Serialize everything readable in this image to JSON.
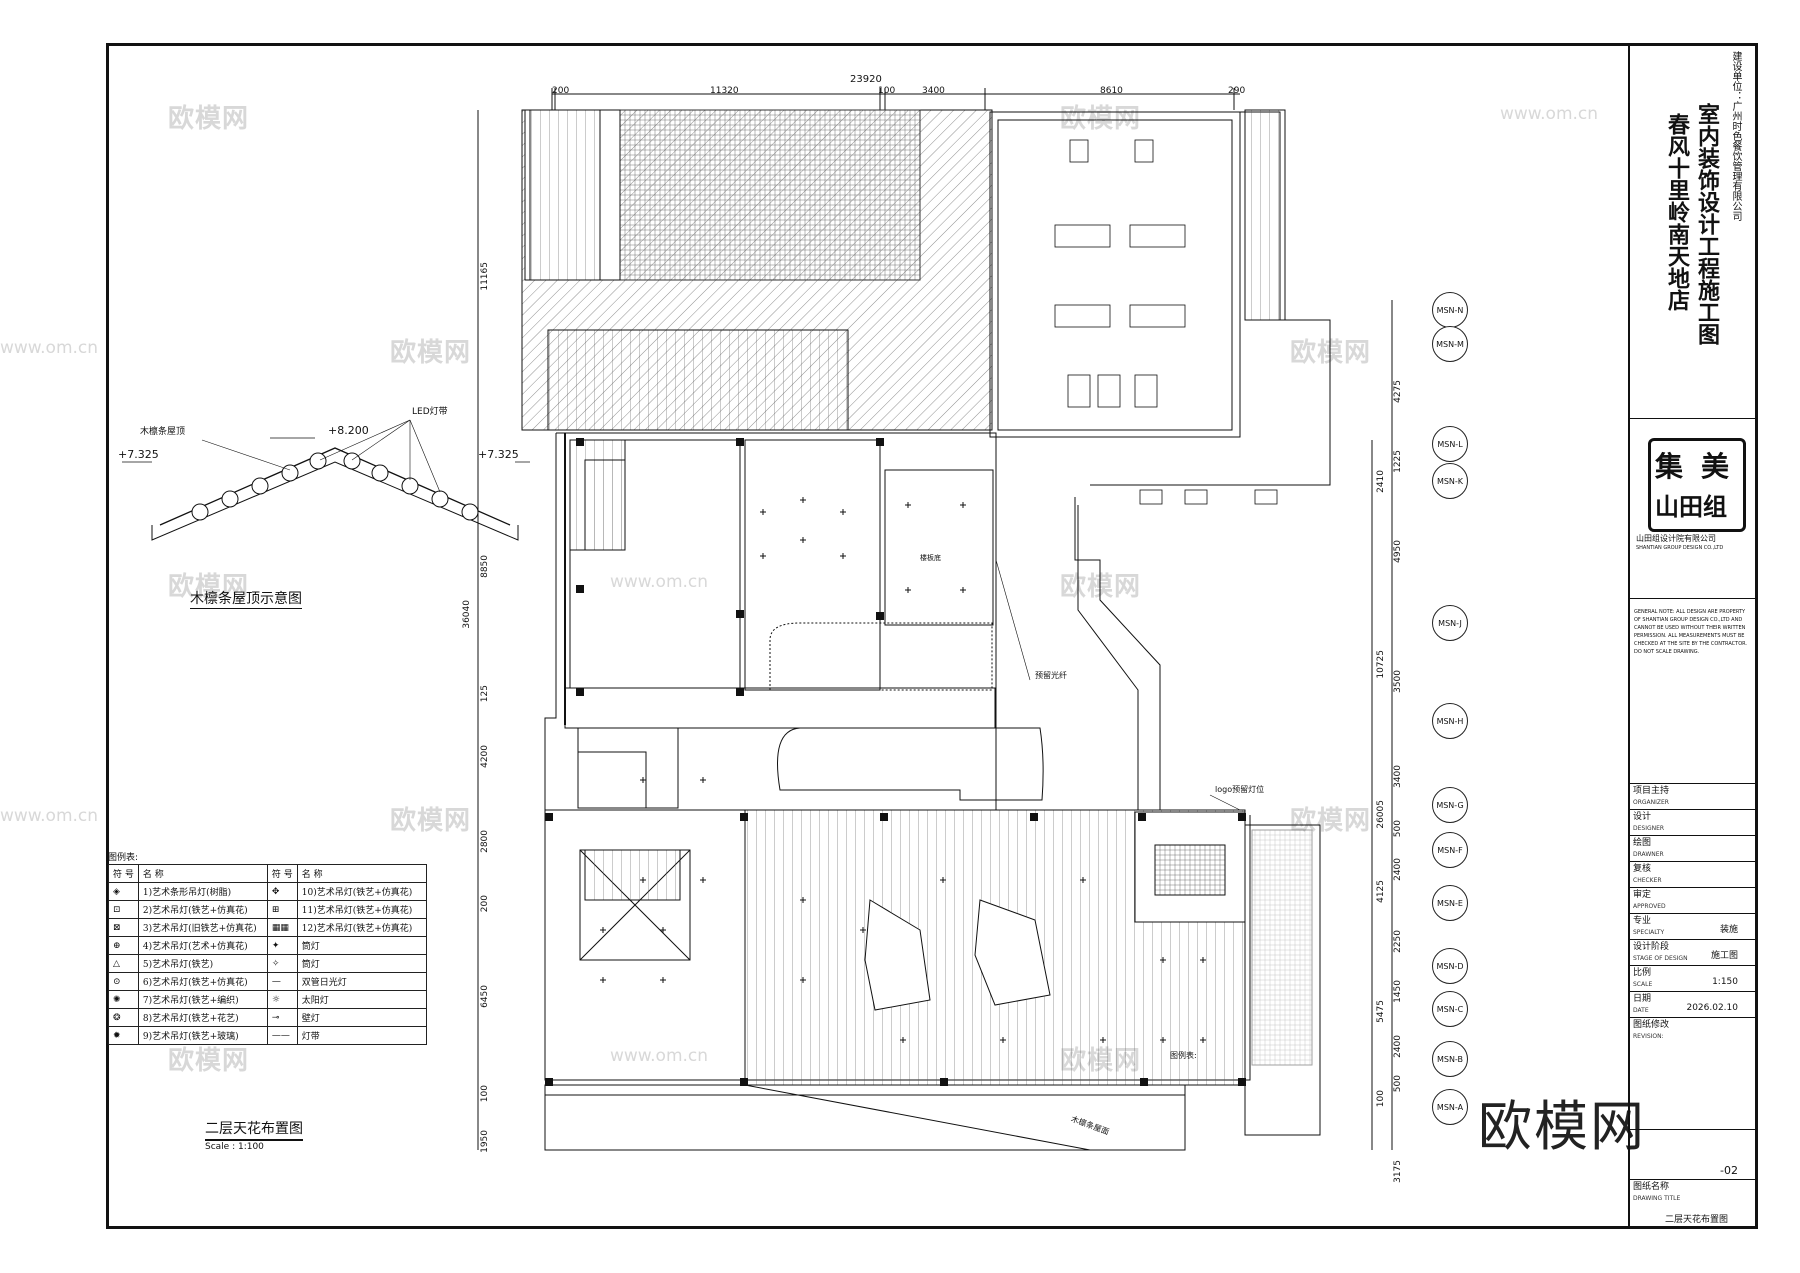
{
  "watermarks": [
    "欧模网",
    "www.om.cn"
  ],
  "big_watermark": "欧模网",
  "title_block": {
    "project_line1": "春风十里岭南天地店",
    "project_line2": "室内装饰设计工程施工图",
    "client": "建设单位：广州时色餐饮管理有限公司",
    "logo_chars": [
      "集",
      "美",
      "山田组"
    ],
    "company_cn": "山田组设计院有限公司",
    "company_en": "SHANTIAN GROUP DESIGN CO.,LTD",
    "general_notes_en": "GENERAL NOTE: ALL DESIGN ARE PROPERTY OF SHANTIAN GROUP DESIGN CO.,LTD AND CANNOT BE USED WITHOUT THEIR WRITTEN PERMISSION. ALL MEASUREMENTS MUST BE CHECKED AT THE SITE BY THE CONTRACTOR. DO NOT SCALE DRAWING.",
    "rows": [
      {
        "cn": "项目主持",
        "en": "ORGANIZER",
        "val": ""
      },
      {
        "cn": "设计",
        "en": "DESIGNER",
        "val": ""
      },
      {
        "cn": "绘图",
        "en": "DRAWNER",
        "val": ""
      },
      {
        "cn": "复核",
        "en": "CHECKER",
        "val": ""
      },
      {
        "cn": "审定",
        "en": "APPROVED",
        "val": ""
      },
      {
        "cn": "专业",
        "en": "SPECIALTY",
        "val": "装施"
      },
      {
        "cn": "设计阶段",
        "en": "STAGE OF DESIGN",
        "val": "施工图"
      },
      {
        "cn": "比例",
        "en": "SCALE",
        "val": "1:150"
      },
      {
        "cn": "日期",
        "en": "DATE",
        "val": "2026.02.10"
      },
      {
        "cn": "图纸修改",
        "en": "REVISION:",
        "val": ""
      }
    ],
    "drawing_no": "-02",
    "drawing_title_label": "图纸名称",
    "drawing_title_label_en": "DRAWING TITLE",
    "drawing_title": "二层天花布置图"
  },
  "detail": {
    "title": "木檩条屋顶示意图",
    "label_roof": "木檩条屋顶",
    "label_led": "LED灯带",
    "level_top": "+8.200",
    "level_left": "+7.325",
    "level_right": "+7.325"
  },
  "legend": {
    "title": "图例表:",
    "headers": [
      "符 号",
      "名 称",
      "符 号",
      "名 称"
    ],
    "rows": [
      [
        "◈",
        "1)艺术条形吊灯(树脂)",
        "✥",
        "10)艺术吊灯(铁艺+仿真花)"
      ],
      [
        "⊡",
        "2)艺术吊灯(铁艺+仿真花)",
        "⊞",
        "11)艺术吊灯(铁艺+仿真花)"
      ],
      [
        "⊠",
        "3)艺术吊灯(旧铁艺+仿真花)",
        "▦▦",
        "12)艺术吊灯(铁艺+仿真花)"
      ],
      [
        "⊕",
        "4)艺术吊灯(艺术+仿真花)",
        "✦",
        "筒灯"
      ],
      [
        "△",
        "5)艺术吊灯(铁艺)",
        "✧",
        "筒灯"
      ],
      [
        "⊙",
        "6)艺术吊灯(铁艺+仿真花)",
        "—",
        "双管日光灯"
      ],
      [
        "✺",
        "7)艺术吊灯(铁艺+编织)",
        "☼",
        "太阳灯"
      ],
      [
        "❂",
        "8)艺术吊灯(铁艺+花艺)",
        "⊸",
        "壁灯"
      ],
      [
        "✹",
        "9)艺术吊灯(铁艺+玻璃)",
        "——",
        "灯带"
      ]
    ]
  },
  "plan": {
    "title": "二层天花布置图",
    "scale": "Scale : 1:100",
    "top_dims": [
      "200",
      "11320",
      "100",
      "3400",
      "8610",
      "290"
    ],
    "total_dim": "23920",
    "left_dims": [
      "11165",
      "8850",
      "125",
      "4200",
      "2800",
      "200",
      "6450",
      "100",
      "1950"
    ],
    "left_total": "36040",
    "right_dims": [
      "4275",
      "1225",
      "2410",
      "4950",
      "10725",
      "3500",
      "3400",
      "500",
      "2400",
      "4125",
      "2250",
      "1450",
      "5475",
      "2400",
      "500",
      "100",
      "3175"
    ],
    "right_total": "26005",
    "axes": [
      "MSN-N",
      "MSN-M",
      "MSN-L",
      "MSN-K",
      "MSN-J",
      "MSN-H",
      "MSN-G",
      "MSN-F",
      "MSN-E",
      "MSN-D",
      "MSN-C",
      "MSN-B",
      "MSN-A"
    ],
    "notes": [
      "预留光纤",
      "logo预留灯位",
      "木檩条屋面",
      "楼板底",
      "图例表:"
    ]
  }
}
